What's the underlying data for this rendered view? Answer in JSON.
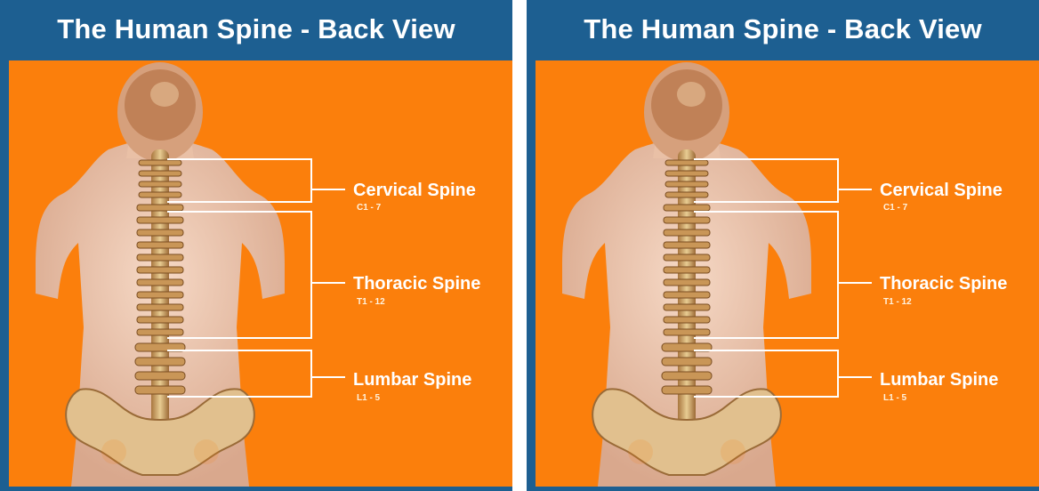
{
  "panels": [
    {
      "title": "The Human Spine - Back View",
      "regions": [
        {
          "name": "Cervical Spine",
          "range": "C1 - 7"
        },
        {
          "name": "Thoracic Spine",
          "range": "T1 - 12"
        },
        {
          "name": "Lumbar Spine",
          "range": "L1 - 5"
        }
      ]
    },
    {
      "title": "The Human Spine - Back View",
      "regions": [
        {
          "name": "Cervical Spine",
          "range": "C1 - 7"
        },
        {
          "name": "Thoracic Spine",
          "range": "T1 - 12"
        },
        {
          "name": "Lumbar Spine",
          "range": "L1 - 5"
        }
      ]
    }
  ],
  "colors": {
    "header": "#1d5f91",
    "background": "#fb7f0c",
    "text": "#ffffff"
  }
}
